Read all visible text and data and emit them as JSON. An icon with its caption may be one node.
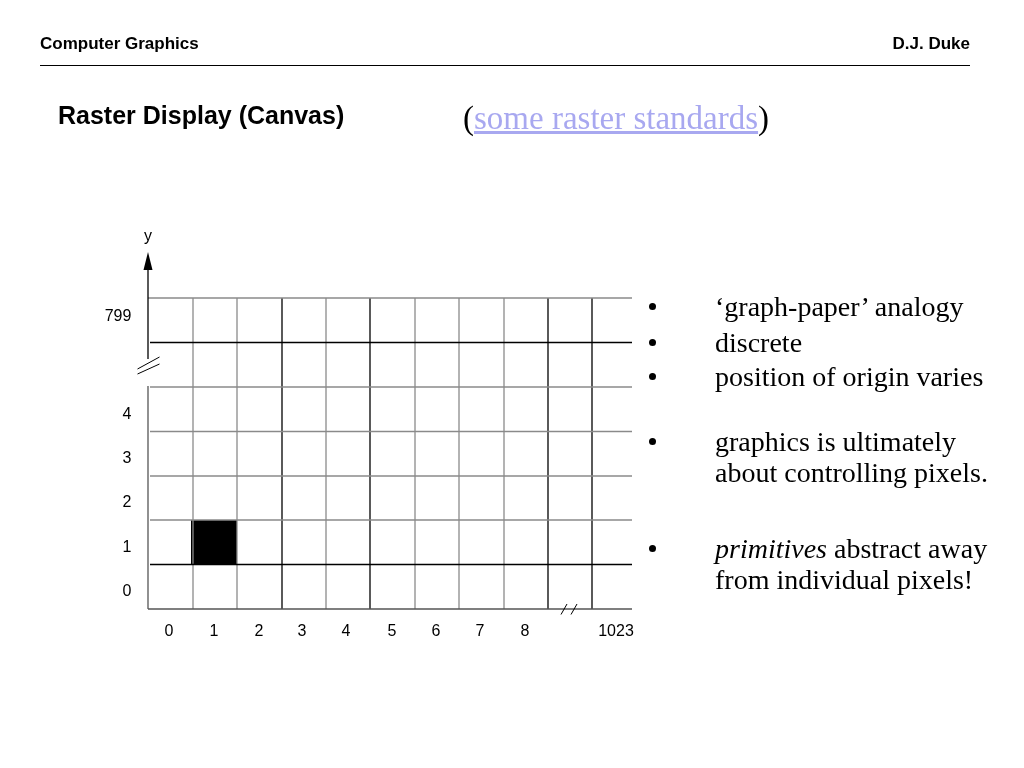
{
  "diagram": {
    "title": "Raster Display (Canvas)",
    "labels": [
      "Computer Graphics",
      "D.J. Duke",
      "(",
      "some raster standards",
      ")",
      "y",
      "799",
      "4",
      "3",
      "2",
      "1",
      "0",
      "0",
      "1",
      "2",
      "3",
      "4",
      "5",
      "6",
      "7",
      "8",
      "1023",
      "‘graph-paper’ analogy",
      "discrete",
      "position of origin varies",
      "graphics is ultimately about controlling pixels.",
      "*primitives* abstract away from individual pixels!"
    ]
  }
}
